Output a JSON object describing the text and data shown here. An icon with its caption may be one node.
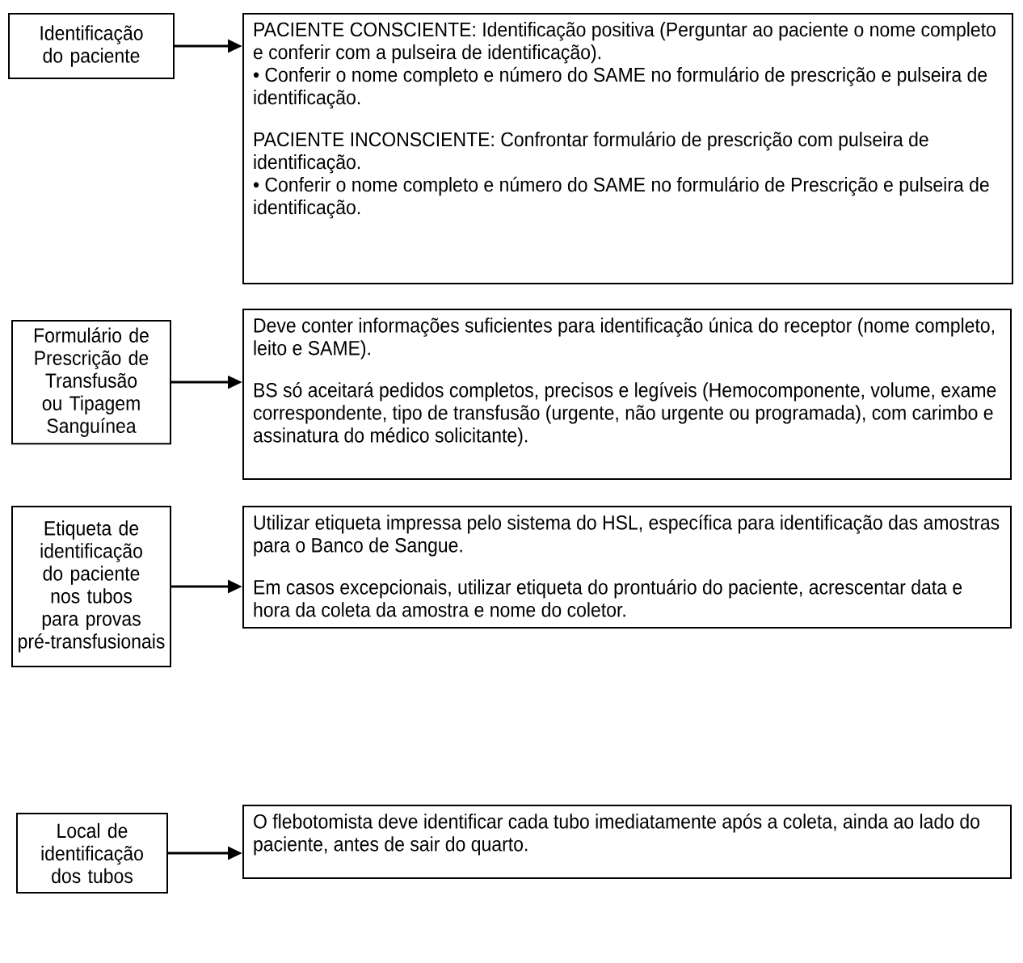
{
  "diagram": {
    "nodes": [
      {
        "text": [
          "Identificação do paciente"
        ]
      },
      {
        "text": [
          "PACIENTE CONSCIENTE: Identificação positiva (Perguntar ao paciente o nome completo e conferir com a pulseira de identificação).",
          "• Conferir o nome completo e número do SAME no formulário de prescrição e pulseira de identificação.",
          "PACIENTE INCONSCIENTE: Confrontar formulário de prescrição com pulseira de identificação.",
          "• Conferir o nome completo e número do SAME no formulário de Prescrição e pulseira de identificação."
        ]
      },
      {
        "text": [
          "Formulário de Prescrição de Transfusão ou Tipagem Sanguínea"
        ]
      },
      {
        "text": [
          "Deve conter informações suficientes para identificação única do receptor (nome completo, leito e SAME).",
          "BS só aceitará pedidos completos, precisos e legíveis (Hemocomponente, volume, exame correspondente, tipo de transfusão (urgente, não urgente ou programada), com carimbo e assinatura do médico solicitante)."
        ]
      },
      {
        "text": [
          "Etiqueta de identificação do paciente nos tubos para provas pré-transfusionais"
        ]
      },
      {
        "text": [
          "Utilizar etiqueta impressa pelo sistema do HSL, específica para identificação das amostras para o Banco de Sangue.",
          "Em casos excepcionais, utilizar etiqueta do prontuário do paciente, acrescentar data e hora da coleta da amostra e nome do coletor."
        ]
      },
      {
        "text": [
          "Local de identificação dos tubos"
        ]
      },
      {
        "text": [
          "O flebotomista deve identificar cada tubo imediatamente após a coleta, ainda ao lado do paciente, antes de sair do quarto."
        ]
      }
    ],
    "edges": [
      {
        "from": 0,
        "to": 1,
        "arrow": "to"
      },
      {
        "from": 2,
        "to": 3,
        "arrow": "to"
      },
      {
        "from": 4,
        "to": 5,
        "arrow": "to"
      },
      {
        "from": 6,
        "to": 7,
        "arrow": "to"
      }
    ]
  }
}
